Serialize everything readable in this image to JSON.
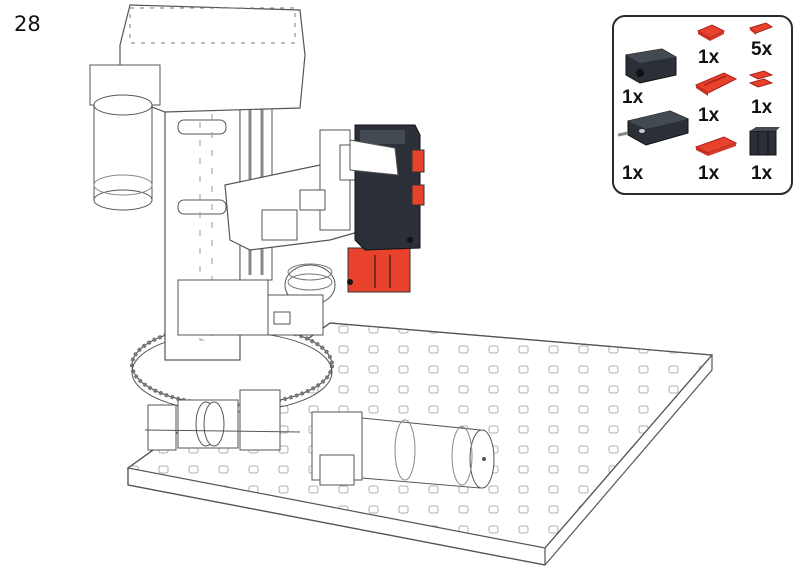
{
  "step": {
    "number": "28"
  },
  "parts_list": {
    "items": [
      {
        "name": "black-building-block-with-bore",
        "quantity": "1x",
        "color": "#2b3038"
      },
      {
        "name": "red-building-plate-small",
        "quantity": "1x",
        "color": "#e8412c"
      },
      {
        "name": "red-angle-connector",
        "quantity": "5x",
        "color": "#e8412c"
      },
      {
        "name": "red-slotted-plate",
        "quantity": "1x",
        "color": "#e8412c"
      },
      {
        "name": "red-bracket-piece",
        "quantity": "1x",
        "color": "#e8412c"
      },
      {
        "name": "black-mini-motor",
        "quantity": "1x",
        "color": "#2b3038"
      },
      {
        "name": "red-building-plate-long",
        "quantity": "1x",
        "color": "#e8412c"
      },
      {
        "name": "black-gear-block",
        "quantity": "1x",
        "color": "#2b3038"
      }
    ]
  },
  "colors": {
    "accent_red": "#e8412c",
    "part_black": "#2b3038",
    "outline": "#555555"
  }
}
